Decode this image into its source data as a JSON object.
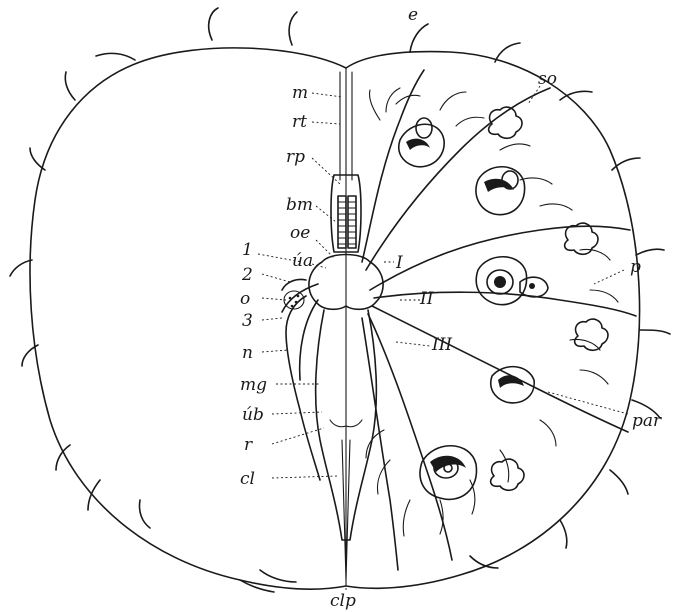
{
  "figure": {
    "labels": {
      "e": "e",
      "m": "m",
      "rt": "rt",
      "rp": "rp",
      "bm": "bm",
      "oe": "oe",
      "ua": "úa",
      "n1": "1",
      "n2": "2",
      "o": "o",
      "n3": "3",
      "n": "n",
      "mg": "mg",
      "ub": "úb",
      "r": "r",
      "cl": "cl",
      "clp": "clp",
      "so": "so",
      "p": "p",
      "par": "par",
      "I": "I",
      "II": "II",
      "III": "III"
    }
  }
}
